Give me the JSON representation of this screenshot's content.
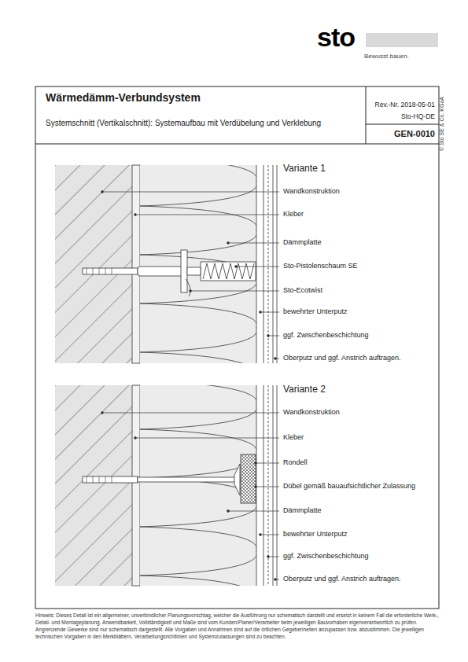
{
  "diagram": {
    "title": "Wärmedämm-Verbundsystem",
    "labels": [
      "sto",
      "Bewusst bauen.",
      "© Sto SE & Co. KGaA",
      "Systemschnitt (Vertikalschnitt): Systemaufbau mit Verdübelung und Verklebung",
      "Rev.-Nr. 2018-05-01",
      "Sto-HQ-DE",
      "GEN-0010",
      "Variante 1",
      "Wandkonstruktion",
      "Kleber",
      "Dämmplatte",
      "Sto-Pistolenschaum SE",
      "Sto-Ecotwist",
      "bewehrter Unterputz",
      "ggf. Zwischenbeschichtung",
      "Oberputz und ggf. Anstrich auftragen.",
      "Variante 2",
      "Wandkonstruktion",
      "Kleber",
      "Rondell",
      "Dübel gemäß bauaufsichtlicher Zulassung",
      "Dämmplatte",
      "bewehrter Unterputz",
      "ggf. Zwischenbeschichtung",
      "Oberputz und ggf. Anstrich auftragen.",
      "Hinweis: Dieses Detail ist ein allgemeiner, unverbindlicher Planungsvorschlag, welcher die Ausführung nur schematisch darstellt und ersetzt in keinem Fall die erforderliche Werk-, Detail- und Montageplanung. Anwendbarkeit, Vollständigkeit und Maße sind vom Kunden/Planer/Verarbeiter beim jeweiligen Bauvorhaben eigenverantwortlich zu prüfen. Angrenzende Gewerke sind nur schematisch dargestellt. Alle Vorgaben und Annahmen sind auf die örtlichen Gegebenheiten anzupassen bzw. abzustimmen. Die jeweiligen technischen Vorgaben in den Merkblättern, Verarbeitungsrichtlinien und Systemzulassungen sind zu beachten."
    ]
  }
}
